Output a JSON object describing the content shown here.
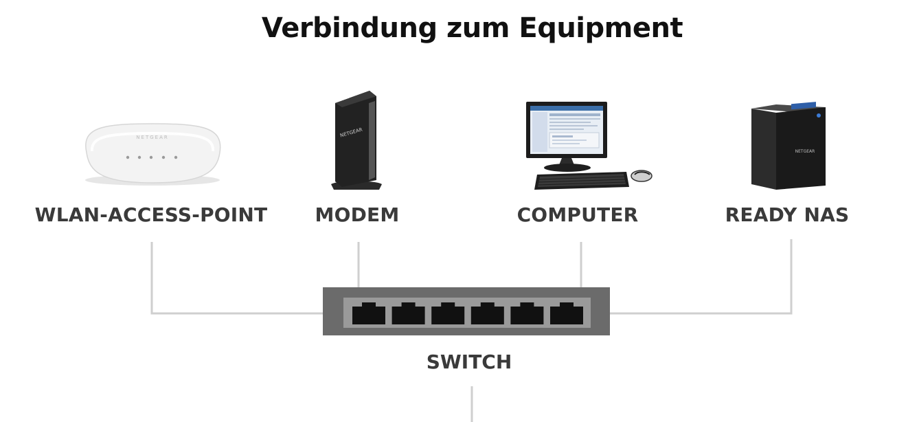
{
  "title": "Verbindung zum Equipment",
  "devices": [
    {
      "label": "WLAN-ACCESS-POINT",
      "icon": "access-point-icon",
      "brand_text": "NETGEAR"
    },
    {
      "label": "MODEM",
      "icon": "modem-icon",
      "brand_text": "NETGEAR"
    },
    {
      "label": "COMPUTER",
      "icon": "computer-icon"
    },
    {
      "label": "READY NAS",
      "icon": "nas-icon",
      "brand_text": "NETGEAR"
    }
  ],
  "switch": {
    "label": "SWITCH",
    "icon": "switch-icon",
    "ports": 6
  },
  "colors": {
    "connector": "#cfcfcf",
    "switch_body": "#6b6b6b",
    "switch_panel": "#9a9a9a",
    "port": "#111111",
    "label": "#3a3a3a"
  }
}
